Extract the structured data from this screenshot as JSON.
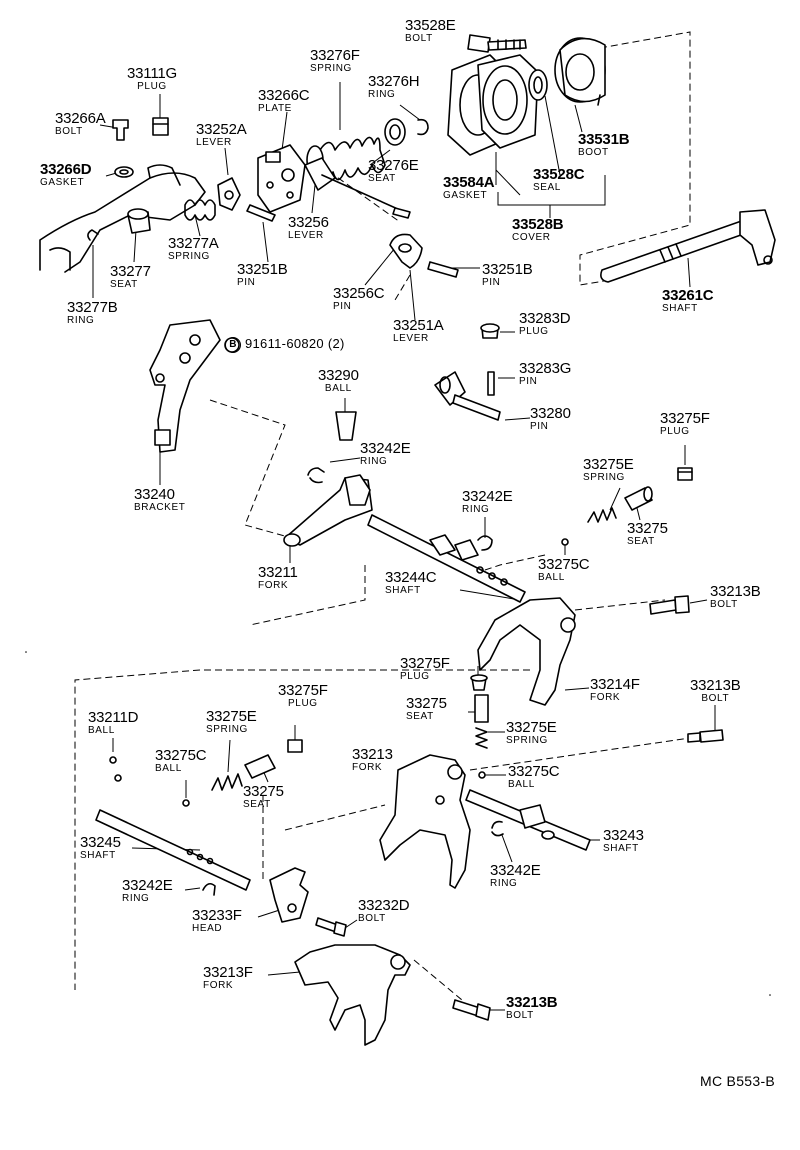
{
  "drawing_code": "MC B553-B",
  "reference": {
    "marker": "B",
    "text": "91611-60820 (2)"
  },
  "callouts": {
    "c33111G": {
      "number": "33111G",
      "name": "PLUG"
    },
    "c33266A": {
      "number": "33266A",
      "name": "BOLT"
    },
    "c33266D": {
      "number": "33266D",
      "name": "GASKET"
    },
    "c33252A": {
      "number": "33252A",
      "name": "LEVER"
    },
    "c33266C": {
      "number": "33266C",
      "name": "PLATE"
    },
    "c33276F": {
      "number": "33276F",
      "name": "SPRING"
    },
    "c33276H": {
      "number": "33276H",
      "name": "RING"
    },
    "c33276E": {
      "number": "33276E",
      "name": "SEAT"
    },
    "c33528E": {
      "number": "33528E",
      "name": "BOLT"
    },
    "c33531B": {
      "number": "33531B",
      "name": "BOOT"
    },
    "c33584A": {
      "number": "33584A",
      "name": "GASKET"
    },
    "c33528C": {
      "number": "33528C",
      "name": "SEAL"
    },
    "c33528B": {
      "number": "33528B",
      "name": "COVER"
    },
    "c33277A": {
      "number": "33277A",
      "name": "SPRING"
    },
    "c33277": {
      "number": "33277",
      "name": "SEAT"
    },
    "c33277B": {
      "number": "33277B",
      "name": "RING"
    },
    "c33256": {
      "number": "33256",
      "name": "LEVER"
    },
    "c33251B_a": {
      "number": "33251B",
      "name": "PIN"
    },
    "c33256C": {
      "number": "33256C",
      "name": "PIN"
    },
    "c33251B_b": {
      "number": "33251B",
      "name": "PIN"
    },
    "c33251A": {
      "number": "33251A",
      "name": "LEVER"
    },
    "c33261C": {
      "number": "33261C",
      "name": "SHAFT"
    },
    "c33283D": {
      "number": "33283D",
      "name": "PLUG"
    },
    "c33283G": {
      "number": "33283G",
      "name": "PIN"
    },
    "c33280": {
      "number": "33280",
      "name": "PIN"
    },
    "c33290": {
      "number": "33290",
      "name": "BALL"
    },
    "c33240": {
      "number": "33240",
      "name": "BRACKET"
    },
    "c33242E_a": {
      "number": "33242E",
      "name": "RING"
    },
    "c33275F_a": {
      "number": "33275F",
      "name": "PLUG"
    },
    "c33275E_a": {
      "number": "33275E",
      "name": "SPRING"
    },
    "c33242E_b": {
      "number": "33242E",
      "name": "RING"
    },
    "c33275_a": {
      "number": "33275",
      "name": "SEAT"
    },
    "c33275C_a": {
      "number": "33275C",
      "name": "BALL"
    },
    "c33211": {
      "number": "33211",
      "name": "FORK"
    },
    "c33244C": {
      "number": "33244C",
      "name": "SHAFT"
    },
    "c33213B_a": {
      "number": "33213B",
      "name": "BOLT"
    },
    "c33275F_b": {
      "number": "33275F",
      "name": "PLUG"
    },
    "c33214F": {
      "number": "33214F",
      "name": "FORK"
    },
    "c33275_b": {
      "number": "33275",
      "name": "SEAT"
    },
    "c33275E_b": {
      "number": "33275E",
      "name": "SPRING"
    },
    "c33213B_b": {
      "number": "33213B",
      "name": "BOLT"
    },
    "c33275F_c": {
      "number": "33275F",
      "name": "PLUG"
    },
    "c33211D": {
      "number": "33211D",
      "name": "BALL"
    },
    "c33275E_c": {
      "number": "33275E",
      "name": "SPRING"
    },
    "c33275C_b": {
      "number": "33275C",
      "name": "BALL"
    },
    "c33275_c": {
      "number": "33275",
      "name": "SEAT"
    },
    "c33213": {
      "number": "33213",
      "name": "FORK"
    },
    "c33275C_c": {
      "number": "33275C",
      "name": "BALL"
    },
    "c33245": {
      "number": "33245",
      "name": "SHAFT"
    },
    "c33243": {
      "number": "33243",
      "name": "SHAFT"
    },
    "c33242E_c": {
      "number": "33242E",
      "name": "RING"
    },
    "c33242E_d": {
      "number": "33242E",
      "name": "RING"
    },
    "c33232D": {
      "number": "33232D",
      "name": "BOLT"
    },
    "c33233F": {
      "number": "33233F",
      "name": "HEAD"
    },
    "c33213F": {
      "number": "33213F",
      "name": "FORK"
    },
    "c33213B_c": {
      "number": "33213B",
      "name": "BOLT"
    }
  }
}
